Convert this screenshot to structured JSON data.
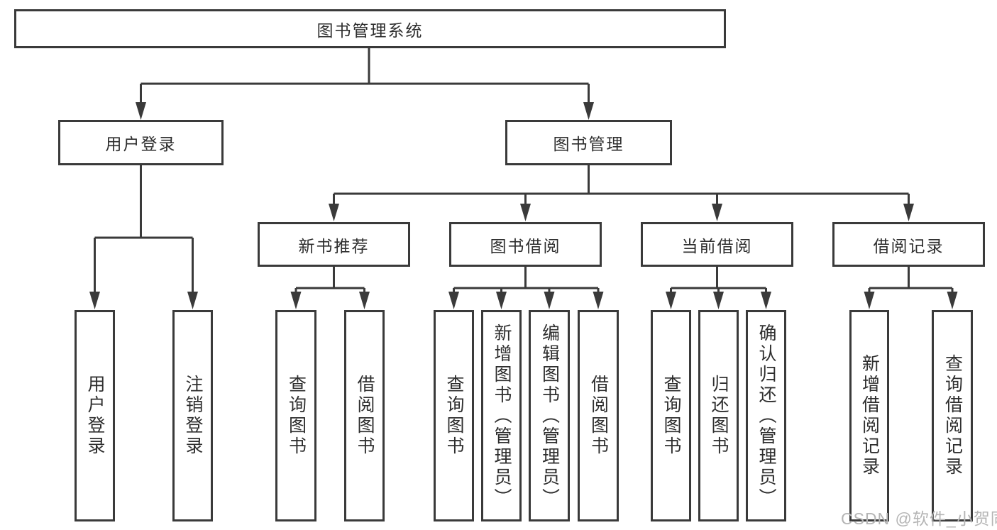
{
  "nodes": {
    "root": {
      "label": "图书管理系统"
    },
    "level2": [
      {
        "label": "用户登录"
      },
      {
        "label": "图书管理"
      }
    ],
    "level3": [
      {
        "label": "新书推荐"
      },
      {
        "label": "图书借阅"
      },
      {
        "label": "当前借阅"
      },
      {
        "label": "借阅记录"
      }
    ],
    "leaves": [
      {
        "label": "用户登录"
      },
      {
        "label": "注销登录"
      },
      {
        "label": "查询图书"
      },
      {
        "label": "借阅图书"
      },
      {
        "label": "查询图书"
      },
      {
        "label": "新增图书（管理员）"
      },
      {
        "label": "编辑图书（管理员）"
      },
      {
        "label": "借阅图书"
      },
      {
        "label": "查询图书"
      },
      {
        "label": "归还图书"
      },
      {
        "label": "确认归还（管理员）"
      },
      {
        "label": "新增借阅记录"
      },
      {
        "label": "查询借阅记录"
      }
    ]
  },
  "watermark": {
    "text": "CSDN @软件_小贺同学"
  },
  "colors": {
    "line": "#3a3a3a",
    "text": "#2e2e2e",
    "box_background": "#ffffff",
    "page_background": "#ffffff",
    "watermark": "#b5b5b5"
  }
}
